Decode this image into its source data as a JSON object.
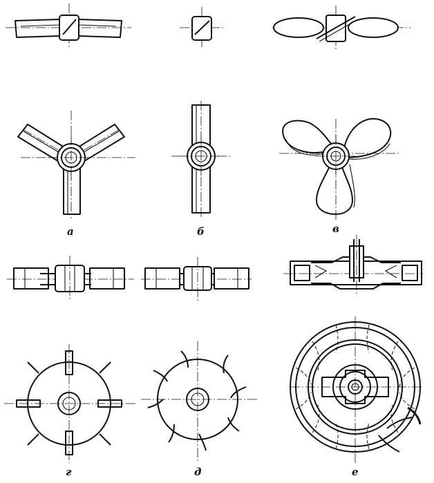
{
  "figure": {
    "labels": {
      "a": "а",
      "b": "б",
      "v": "в",
      "g": "г",
      "d": "д",
      "e": "е"
    }
  }
}
